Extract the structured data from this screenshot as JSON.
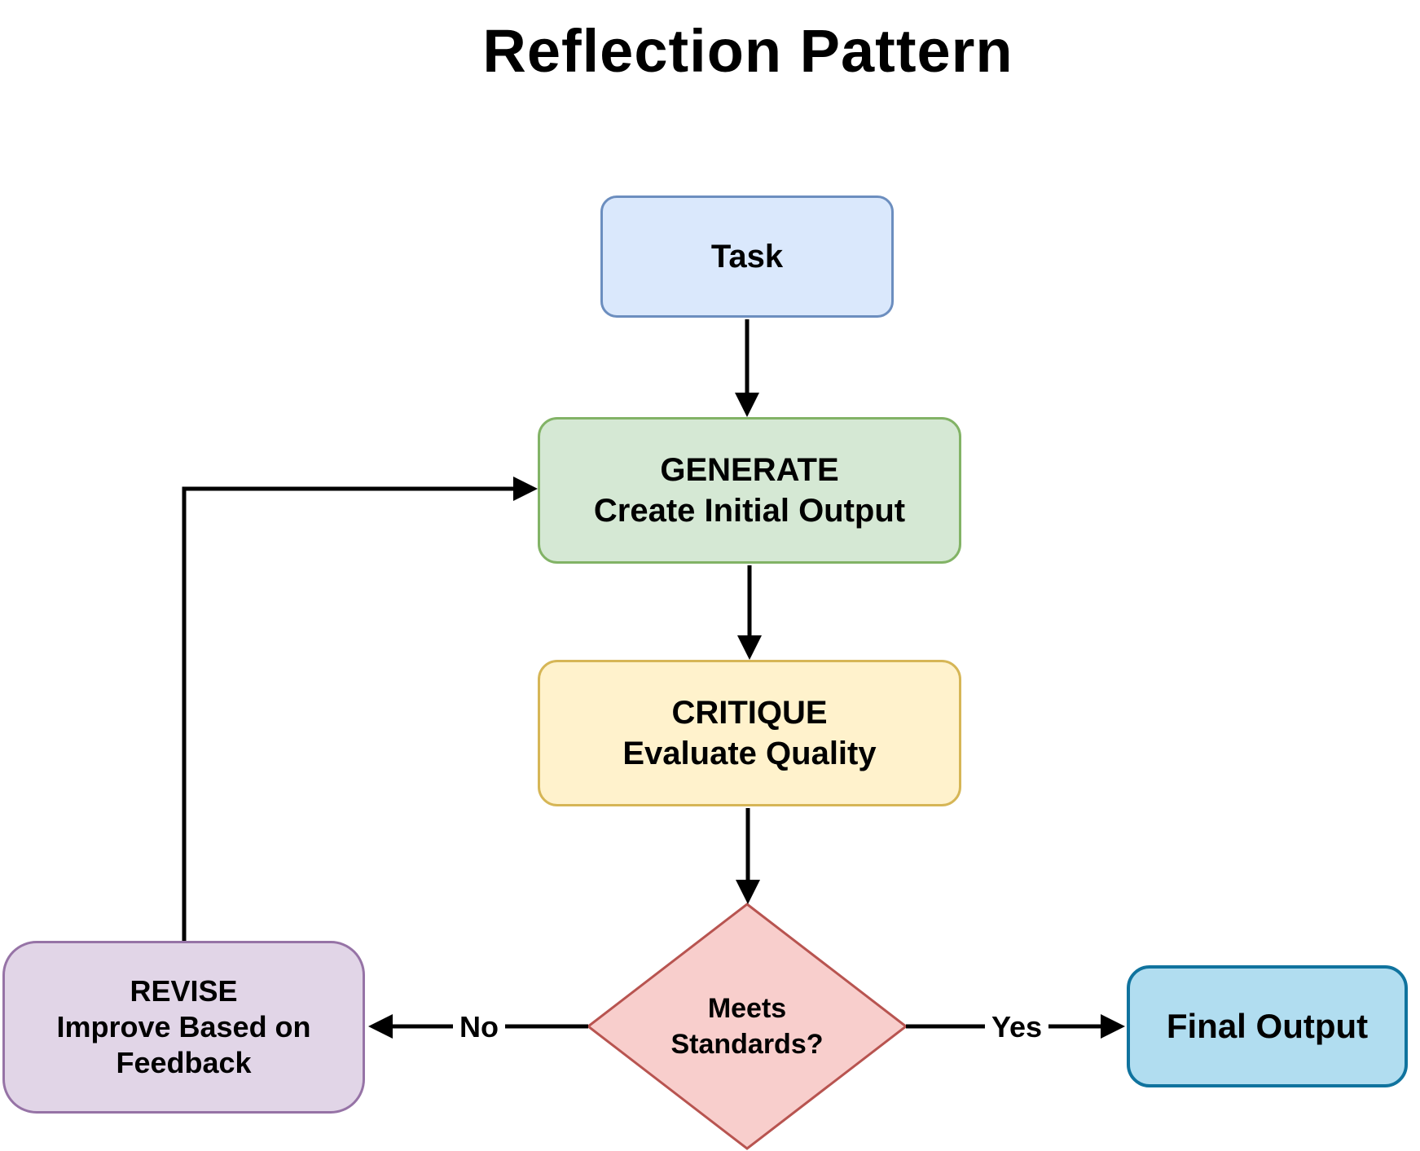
{
  "diagram": {
    "title": "Reflection Pattern",
    "nodes": {
      "task": {
        "label": "Task",
        "fill": "#dae8fc",
        "stroke": "#6c8ebf",
        "shape": "rounded-rectangle"
      },
      "generate": {
        "title": "GENERATE",
        "subtitle": "Create Initial Output",
        "fill": "#d5e8d4",
        "stroke": "#82b366",
        "shape": "rounded-rectangle"
      },
      "critique": {
        "title": "CRITIQUE",
        "subtitle": "Evaluate Quality",
        "fill": "#fff2cc",
        "stroke": "#d6b656",
        "shape": "rounded-rectangle"
      },
      "decision": {
        "line1": "Meets",
        "line2": "Standards?",
        "fill": "#f8cecc",
        "stroke": "#b85450",
        "shape": "diamond"
      },
      "revise": {
        "title": "REVISE",
        "subtitle_line1": "Improve Based on",
        "subtitle_line2": "Feedback",
        "fill": "#e1d5e7",
        "stroke": "#9673a6",
        "shape": "rounded-rectangle"
      },
      "final_output": {
        "label": "Final Output",
        "fill": "#b1ddf0",
        "stroke": "#10739e",
        "shape": "rounded-rectangle"
      }
    },
    "edges": {
      "task_to_generate": "",
      "generate_to_critique": "",
      "critique_to_decision": "",
      "no_label": "No",
      "yes_label": "Yes",
      "line_color": "#000000"
    }
  }
}
